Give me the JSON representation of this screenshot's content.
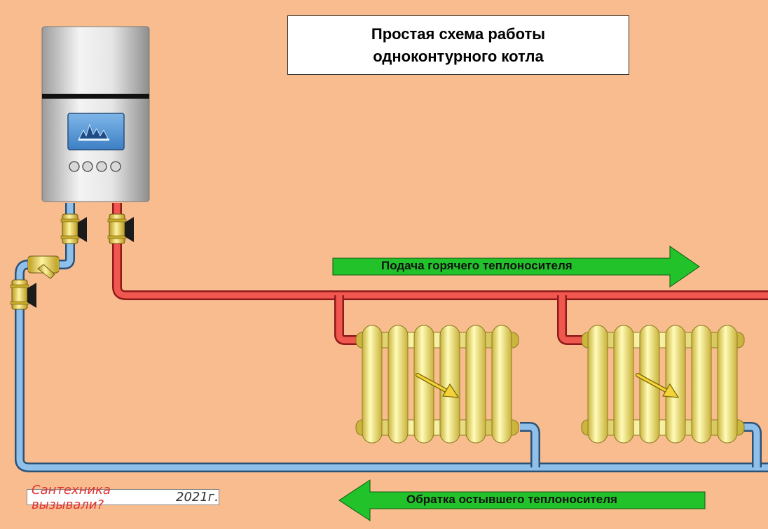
{
  "title": {
    "line1": "Простая схема работы",
    "line2": "одноконтурного котла"
  },
  "supply_label": "Подача горячего теплоносителя",
  "return_label": "Обратка остывшего теплоносителя",
  "watermark": {
    "site": "Сантехника вызывали?",
    "year": "2021г."
  },
  "colors": {
    "background": "#f8bc8f",
    "hot_pipe": "#e8413b",
    "cold_pipe": "#6ea8dc",
    "flow_arrow": "#22c22a",
    "radiator": "#f6f08a"
  },
  "icons": [
    "boiler-icon",
    "flame-icon",
    "ball-valve-icon",
    "filter-icon",
    "radiator-icon",
    "heat-arrow-icon"
  ]
}
